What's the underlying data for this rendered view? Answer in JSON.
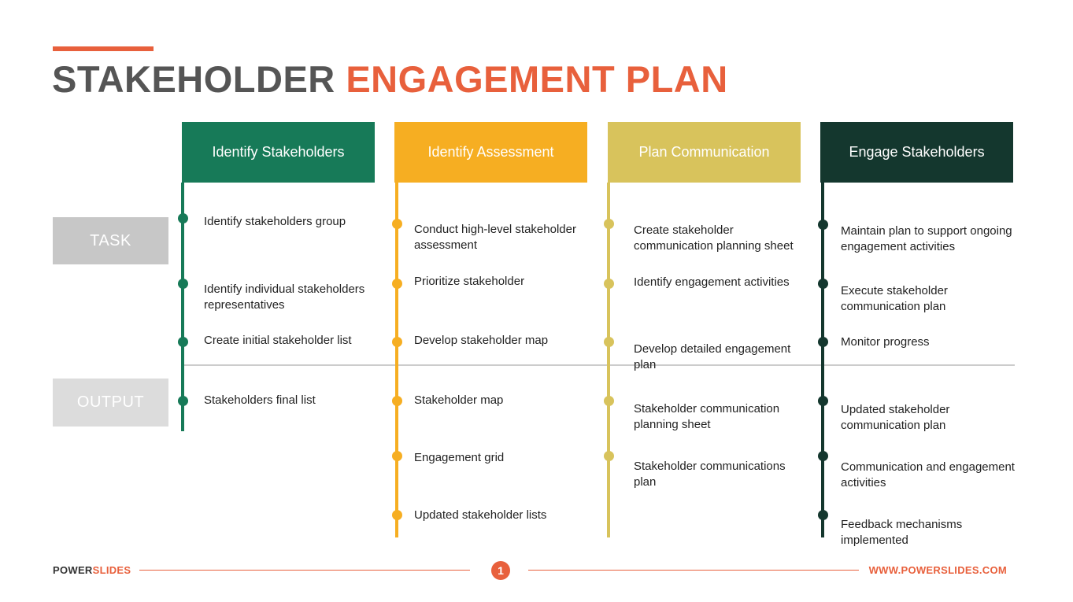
{
  "title": {
    "part1": "STAKEHOLDER",
    "part2": "ENGAGEMENT PLAN"
  },
  "row_labels": {
    "task": "TASK",
    "output": "OUTPUT"
  },
  "columns": [
    {
      "header": "Identify Stakeholders",
      "color": "#177A58",
      "tasks": [
        "Identify stakeholders group",
        "Identify individual stakeholders representatives",
        "Create initial stakeholder list"
      ],
      "outputs": [
        "Stakeholders final list"
      ]
    },
    {
      "header": "Identify Assessment",
      "color": "#F6AE22",
      "tasks": [
        "Conduct high-level stakeholder assessment",
        "Prioritize stakeholder",
        "Develop stakeholder map"
      ],
      "outputs": [
        "Stakeholder map",
        "Engagement grid",
        "Updated stakeholder lists"
      ]
    },
    {
      "header": "Plan Communication",
      "color": "#D8C35C",
      "tasks": [
        "Create stakeholder communication planning sheet",
        "Identify engagement activities",
        "Develop detailed engagement plan"
      ],
      "outputs": [
        "Stakeholder communication planning sheet",
        "Stakeholder communications plan"
      ]
    },
    {
      "header": "Engage Stakeholders",
      "color": "#14372E",
      "tasks": [
        "Maintain plan to support ongoing engagement activities",
        "Execute stakeholder communication plan",
        "Monitor progress"
      ],
      "outputs": [
        "Updated stakeholder communication plan",
        "Communication and engagement activities",
        "Feedback mechanisms implemented"
      ]
    }
  ],
  "footer": {
    "brand_part1": "POWER",
    "brand_part2": "SLIDES",
    "page_number": "1",
    "url": "WWW.POWERSLIDES.COM"
  },
  "colors": {
    "accent": "#E8603C",
    "row_label_bg": "#C7C7C7",
    "title_gray": "#555555"
  }
}
